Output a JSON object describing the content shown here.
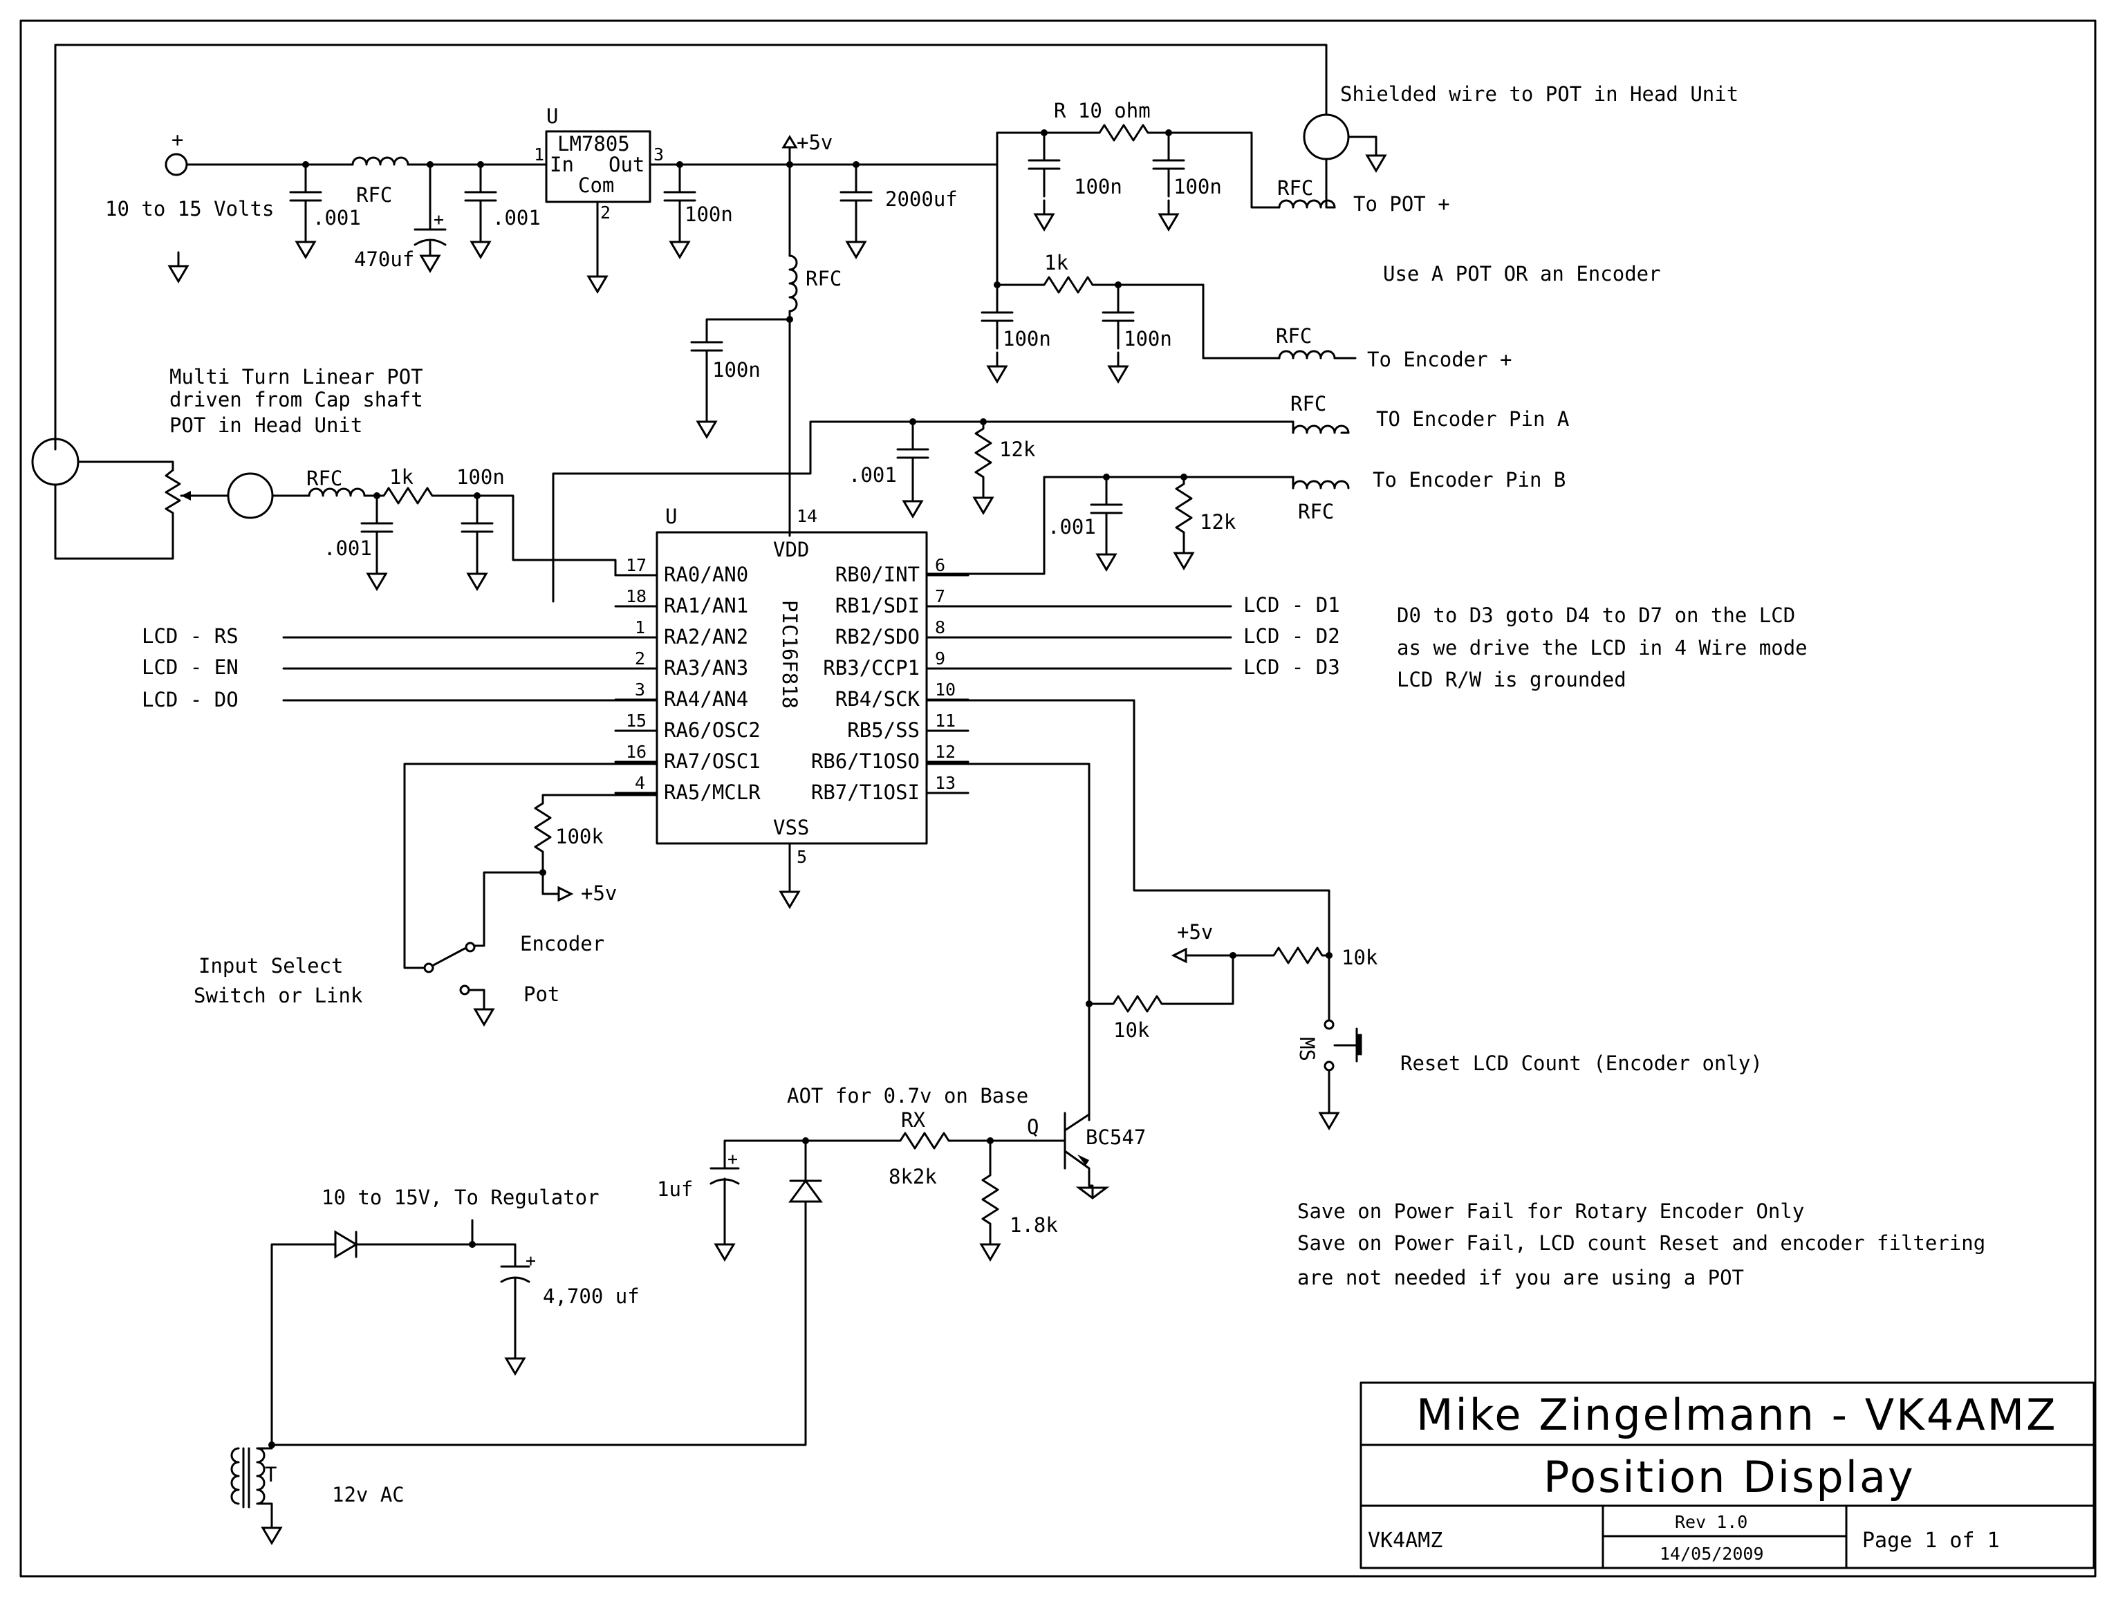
{
  "labels": {
    "supply_plus": "+",
    "supply_volts": "10 to 15 Volts",
    "c1": ".001",
    "rfc_in": "RFC",
    "c_470": "470uf",
    "c2": ".001",
    "reg_ref": "U",
    "reg_part": "LM7805",
    "reg_in": "In",
    "reg_out": "Out",
    "reg_com": "Com",
    "reg_p1": "1",
    "reg_p2": "2",
    "reg_p3": "3",
    "c_100n_a": "100n",
    "v5_top": "+5v",
    "c_2000": "2000uf",
    "rfc_mid": "RFC",
    "c_100n_b": "100n",
    "r10_lbl": "R 10 ohm",
    "c_100n_c": "100n",
    "c_100n_d": "100n",
    "rfc_pot": "RFC",
    "shield_lbl": "Shielded wire to POT in Head Unit",
    "to_pot": "To POT +",
    "use_pot": "Use A POT OR an Encoder",
    "r1k_top": "1k",
    "c_100n_e": "100n",
    "c_100n_f": "100n",
    "rfc_enc": "RFC",
    "to_enc": "To Encoder +",
    "rfc_a": "RFC",
    "enc_a": "TO Encoder Pin A",
    "r12k_a": "12k",
    "c_001_a": ".001",
    "enc_b": "To Encoder Pin B",
    "rfc_b": "RFC",
    "c_001_b": ".001",
    "r12k_b": "12k",
    "pot_note1": "Multi Turn Linear POT",
    "pot_note2": "driven from Cap shaft",
    "pot_note3": "POT in Head Unit",
    "rfc_pot2": "RFC",
    "r1k_pot": "1k",
    "c_100n_g": "100n",
    "c_001_c": ".001",
    "mcu_ref": "U",
    "mcu_part": "PIC16F818",
    "vdd": "VDD",
    "vss": "VSS",
    "p14": "14",
    "p5": "5",
    "lcd_rs": "LCD - RS",
    "lcd_en": "LCD - EN",
    "lcd_d0": "LCD - DO",
    "lcd_d1": "LCD - D1",
    "lcd_d2": "LCD - D2",
    "lcd_d3": "LCD - D3",
    "note_d1": "D0 to D3 goto D4 to D7 on the LCD",
    "note_d2": "as we drive the LCD in 4 Wire mode",
    "note_d3": "LCD R/W is grounded",
    "r100k": "100k",
    "v5_mclr": "+5v",
    "sw_enc": "Encoder",
    "sw_pot": "Pot",
    "sw_note1": "Input Select",
    "sw_note2": "Switch or Link",
    "v5_right": "+5v",
    "r10k_a": "10k",
    "r10k_b": "10k",
    "ms_lbl": "MS",
    "reset_lbl": "Reset LCD Count (Encoder only)",
    "aot_lbl": "AOT for 0.7v on Base",
    "rx_lbl": "RX",
    "rx_val": "8k2k",
    "q_ref": "Q",
    "q_part": "BC547",
    "c_1uf": "1uf",
    "r18k": "1.8k",
    "reg_note": "10 to 15V, To Regulator",
    "c_4700": "4,700 uf",
    "t_ref": "T",
    "ac_lbl": "12v AC",
    "save1": "Save on Power Fail for Rotary Encoder Only",
    "save2": "Save on Power Fail, LCD count Reset and encoder filtering",
    "save3": "are not needed if you are using a POT"
  },
  "pins_left": [
    {
      "num": "17",
      "name": "RA0/AN0"
    },
    {
      "num": "18",
      "name": "RA1/AN1"
    },
    {
      "num": "1",
      "name": "RA2/AN2"
    },
    {
      "num": "2",
      "name": "RA3/AN3"
    },
    {
      "num": "3",
      "name": "RA4/AN4"
    },
    {
      "num": "15",
      "name": "RA6/OSC2"
    },
    {
      "num": "16",
      "name": "RA7/OSC1"
    },
    {
      "num": "4",
      "name": "RA5/MCLR"
    }
  ],
  "pins_right": [
    {
      "num": "6",
      "name": "RB0/INT"
    },
    {
      "num": "7",
      "name": "RB1/SDI"
    },
    {
      "num": "8",
      "name": "RB2/SDO"
    },
    {
      "num": "9",
      "name": "RB3/CCP1"
    },
    {
      "num": "10",
      "name": "RB4/SCK"
    },
    {
      "num": "11",
      "name": "RB5/SS"
    },
    {
      "num": "12",
      "name": "RB6/T1OSO"
    },
    {
      "num": "13",
      "name": "RB7/T1OSI"
    }
  ],
  "title_block": {
    "author": "Mike Zingelmann - VK4AMZ",
    "title": "Position Display",
    "id": "VK4AMZ",
    "rev": "Rev 1.0",
    "date": "14/05/2009",
    "page": "Page 1 of 1"
  }
}
